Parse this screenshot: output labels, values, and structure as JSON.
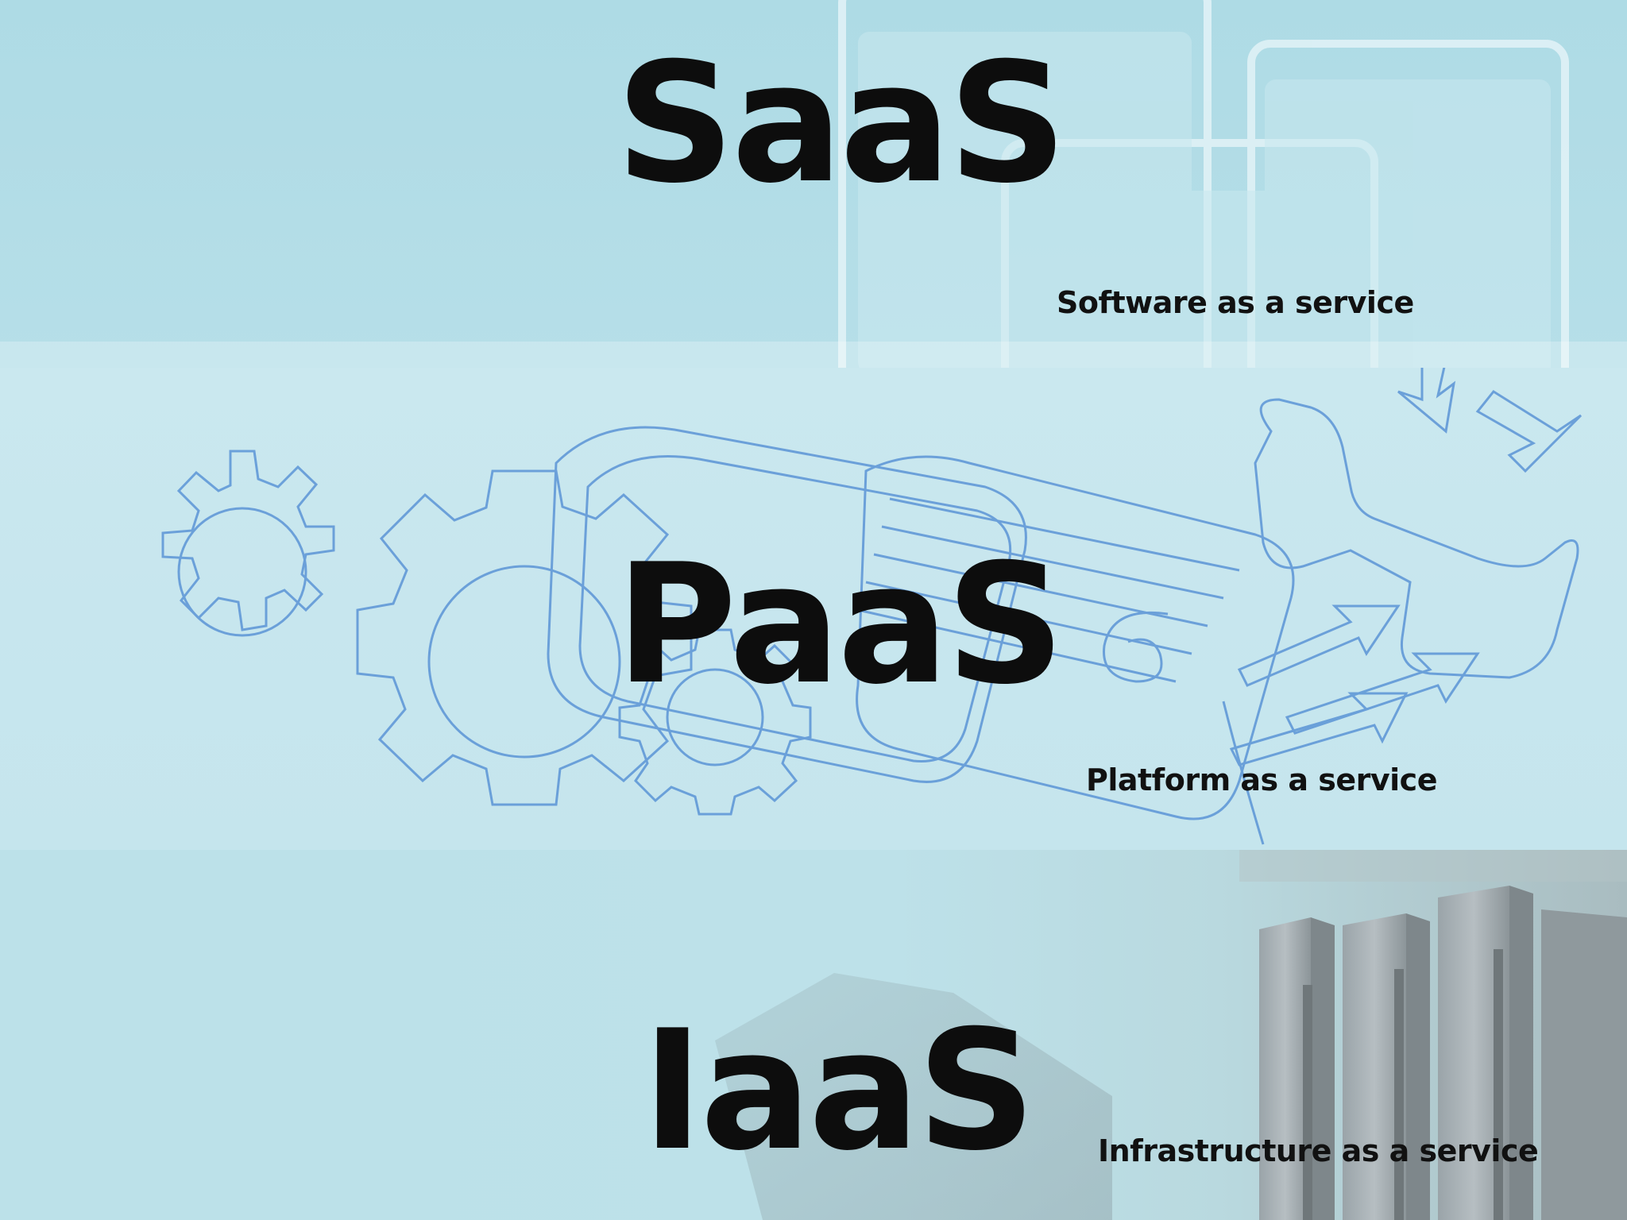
{
  "sections": [
    {
      "title": "SaaS",
      "subtitle": "Software as a service"
    },
    {
      "title": "PaaS",
      "subtitle": "Platform as a service"
    },
    {
      "title": "IaaS",
      "subtitle": "Infrastructure as a service"
    }
  ],
  "colors": {
    "saas_band": "#b3dde7",
    "paas_band": "#c7e6ee",
    "iaas_band": "#bde1e9",
    "sketch_line": "#4a86d0",
    "text": "#0d0d0d"
  },
  "decorations": {
    "saas": "window-panels",
    "paas": "gears-and-arrows-sketch",
    "iaas": "server-racks"
  }
}
